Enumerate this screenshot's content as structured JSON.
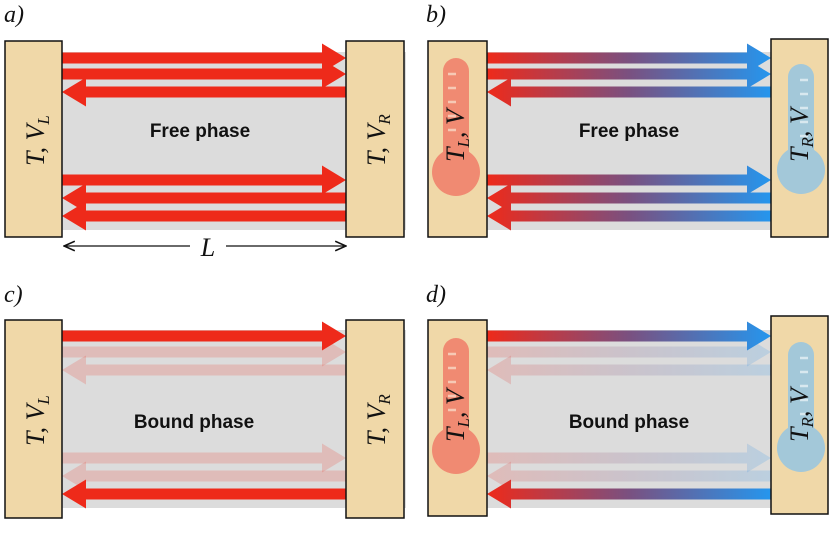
{
  "panels": [
    {
      "label": "a)",
      "phase": "Free phase",
      "left_reservoir": {
        "T": "T",
        "V": "V",
        "V_sub": "L"
      },
      "right_reservoir": {
        "T": "T",
        "V": "V",
        "V_sub": "R"
      },
      "length_label": "L",
      "arrows": [
        {
          "direction": "right",
          "faded": false
        },
        {
          "direction": "right",
          "faded": false
        },
        {
          "direction": "left",
          "faded": false
        },
        {
          "direction": "right",
          "faded": false
        },
        {
          "direction": "left",
          "faded": false
        },
        {
          "direction": "left",
          "faded": false
        }
      ]
    },
    {
      "label": "b)",
      "phase": "Free phase",
      "left_reservoir": {
        "T": "T",
        "T_sub": "L",
        "V": "V"
      },
      "right_reservoir": {
        "T": "T",
        "T_sub": "R",
        "V": "V"
      },
      "arrows": [
        {
          "direction": "right",
          "faded": false
        },
        {
          "direction": "right",
          "faded": false
        },
        {
          "direction": "left",
          "faded": false
        },
        {
          "direction": "right",
          "faded": false
        },
        {
          "direction": "left",
          "faded": false
        },
        {
          "direction": "left",
          "faded": false
        }
      ]
    },
    {
      "label": "c)",
      "phase": "Bound phase",
      "left_reservoir": {
        "T": "T",
        "V": "V",
        "V_sub": "L"
      },
      "right_reservoir": {
        "T": "T",
        "V": "V",
        "V_sub": "R"
      },
      "arrows": [
        {
          "direction": "right",
          "faded": false
        },
        {
          "direction": "right",
          "faded": true
        },
        {
          "direction": "left",
          "faded": true
        },
        {
          "direction": "right",
          "faded": true
        },
        {
          "direction": "left",
          "faded": true
        },
        {
          "direction": "left",
          "faded": false
        }
      ]
    },
    {
      "label": "d)",
      "phase": "Bound phase",
      "left_reservoir": {
        "T": "T",
        "T_sub": "L",
        "V": "V"
      },
      "right_reservoir": {
        "T": "T",
        "T_sub": "R",
        "V": "V"
      },
      "arrows": [
        {
          "direction": "right",
          "faded": false
        },
        {
          "direction": "right",
          "faded": true
        },
        {
          "direction": "left",
          "faded": true
        },
        {
          "direction": "right",
          "faded": true
        },
        {
          "direction": "left",
          "faded": true
        },
        {
          "direction": "left",
          "faded": false
        }
      ]
    }
  ],
  "colors": {
    "reservoir": "#f0d8a8",
    "channel": "#dcdcdc",
    "hot": "#ee2a1a",
    "cold": "#2596ee",
    "hot_thermometer": "#f08a72",
    "cold_thermometer": "#a3c8d9"
  }
}
